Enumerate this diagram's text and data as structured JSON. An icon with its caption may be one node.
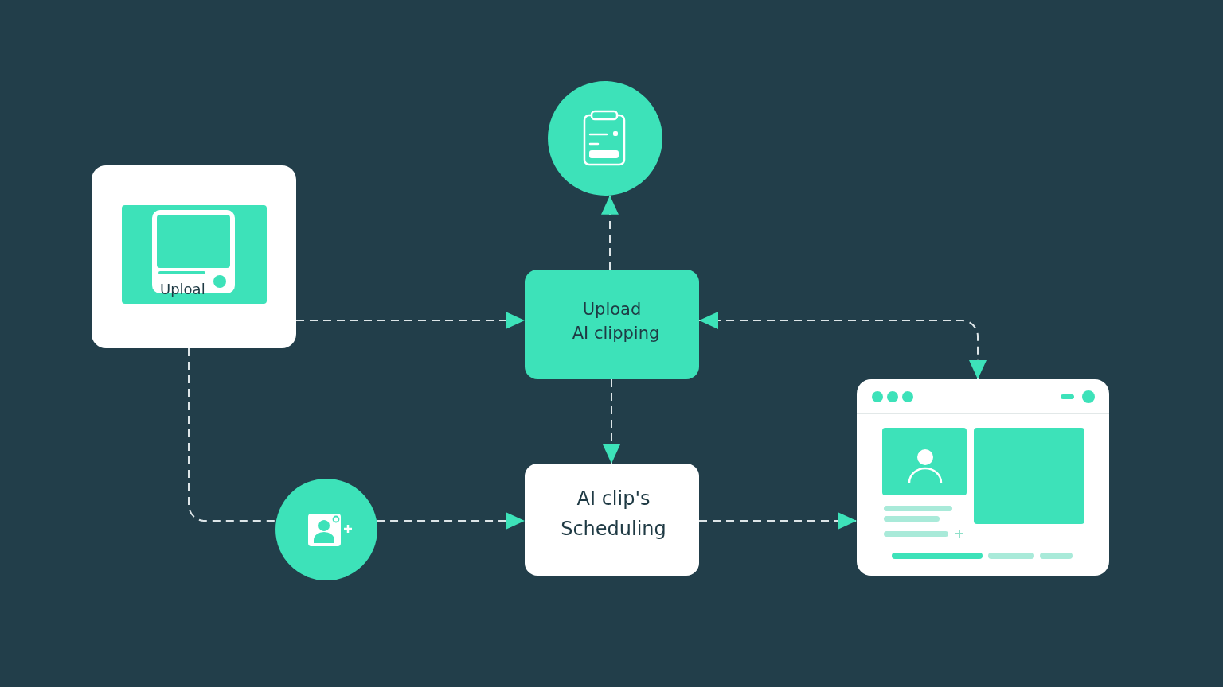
{
  "diagram": {
    "nodes": [
      {
        "text": [
          "Uploal"
        ]
      },
      {
        "text": [],
        "shape": "circle"
      },
      {
        "text": [
          "Upload",
          "AI clipping"
        ]
      },
      {
        "text": [],
        "shape": "circle"
      },
      {
        "text": [
          "AI clip's Scheduling"
        ]
      },
      {
        "text": [],
        "shape": "picture"
      }
    ],
    "edges": [
      {
        "from": 0,
        "to": 2,
        "arrow": "to",
        "style": "dashed"
      },
      {
        "from": 0,
        "to": 3,
        "arrow": "none",
        "style": "dashed"
      },
      {
        "from": 3,
        "to": 4,
        "arrow": "to",
        "style": "dashed"
      },
      {
        "from": 2,
        "to": 1,
        "arrow": "to",
        "style": "dashed"
      },
      {
        "from": 2,
        "to": 4,
        "arrow": "to",
        "style": "dashed"
      },
      {
        "from": 4,
        "to": 5,
        "arrow": "to",
        "style": "dashed"
      },
      {
        "from": 2,
        "to": 5,
        "arrow": "both",
        "style": "dashed"
      }
    ]
  }
}
